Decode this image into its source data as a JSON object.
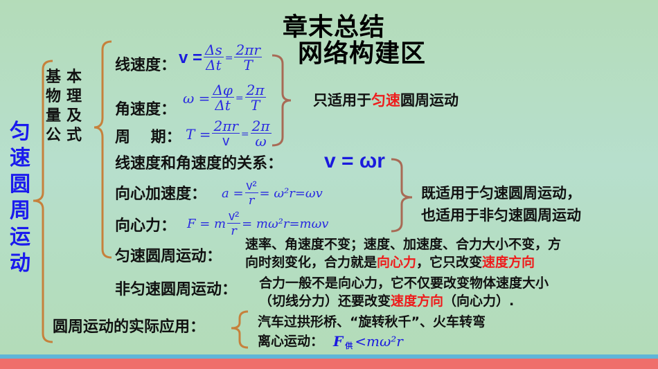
{
  "title": {
    "line1": "章末总结",
    "line2": "网络构建区"
  },
  "root_topic": "匀速圆周运动",
  "basic_group": {
    "label": "基本物理量及公式",
    "items": [
      {
        "label": "线速度：",
        "formula": {
          "lhs": "v =",
          "frac1_num": "Δs",
          "frac1_den": "Δt",
          "eq": "=",
          "frac2_num": "2πr",
          "frac2_den": "T"
        }
      },
      {
        "label": "角速度：",
        "formula": {
          "lhs": "ω =",
          "frac1_num": "Δφ",
          "frac1_den": "Δt",
          "eq": "=",
          "frac2_num": "2π",
          "frac2_den": "T"
        }
      },
      {
        "label": "周　 期：",
        "formula": {
          "lhs": "T =",
          "frac1_num": "2πr",
          "frac1_den": "v",
          "eq": "=",
          "frac2_num": "2π",
          "frac2_den": "ω"
        }
      }
    ],
    "note": {
      "prefix": "只适用于",
      "highlight": "匀速",
      "suffix": "圆周运动"
    }
  },
  "relations": {
    "items": [
      {
        "label": "线速度和角速度的关系：",
        "formula": "v = ωr"
      },
      {
        "label": "向心加速度：",
        "formula_lhs": "a =",
        "frac_num": "v²",
        "frac_den": "r",
        "formula_rest": "= ω²r=ωv"
      },
      {
        "label": "向心力：",
        "formula_lhs": "F = m",
        "frac_num": "v²",
        "frac_den": "r",
        "formula_rest": "= mω²r=mωv"
      }
    ],
    "note_line1": "既适用于匀速圆周运动，",
    "note_line2": "也适用于非匀速圆周运动"
  },
  "uniform": {
    "label": "匀速圆周运动：",
    "line1": "速率、角速度不变；速度、加速度、合力大小不变，方",
    "line2_a": "向时刻变化，合力就是",
    "line2_red1": "向心力",
    "line2_b": "，它只改变",
    "line2_red2": "速度方向"
  },
  "nonuniform": {
    "label": "非匀速圆周运动：",
    "line1": "合力一般不是向心力，它不仅要改变物体速度大小",
    "line2_a": "（切线分力）还要改变",
    "line2_red": "速度方向",
    "line2_b": "（向心力）."
  },
  "application": {
    "label": "圆周运动的实际应用：",
    "item1": "汽车过拱形桥、“旋转秋千”、火车转弯",
    "item2_label": "离心运动：",
    "item2_formula": {
      "F": "F",
      "sub": "供",
      "rest": "<mω²r"
    }
  },
  "colors": {
    "background": "#b4dcb9",
    "root_blue": "#1a1aee",
    "highlight_red": "#ee1c1c",
    "formula_blue": "#2a2ae0",
    "brace_orange": "#c6813c",
    "brace_brown": "#a86a55",
    "stripe_blue": "#5fb6d8",
    "stripe_red": "#ef6e6b"
  }
}
